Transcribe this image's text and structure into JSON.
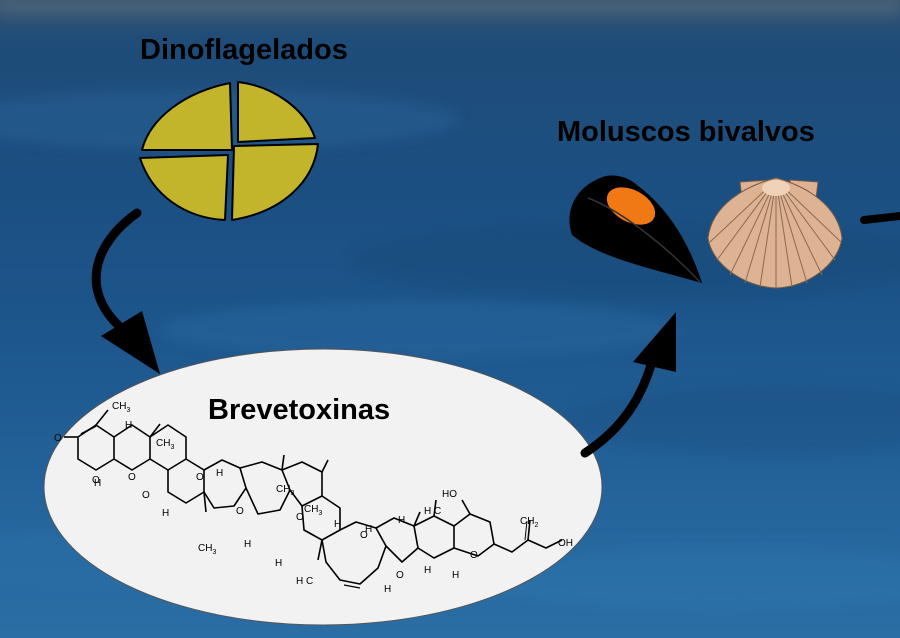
{
  "labels": {
    "dinoflagelados": "Dinoflagelados",
    "moluscos": "Moluscos bivalvos",
    "brevetoxinas": "Brevetoxinas"
  },
  "molecule_labels": {
    "ch3": "CH",
    "h3c": "H C",
    "h": "H",
    "ho": "HO",
    "oh": "OH",
    "o": "O",
    "ch2": "CH",
    "sub2": "2",
    "sub3": "3"
  },
  "colors": {
    "dinoflagellate_fill": "#c2b52c",
    "mussel_shell": "#000000",
    "mussel_flesh": "#f07815",
    "scallop_fill": "#ddb393",
    "ellipse_fill": "#f2f2f2",
    "arrow": "#000000"
  }
}
